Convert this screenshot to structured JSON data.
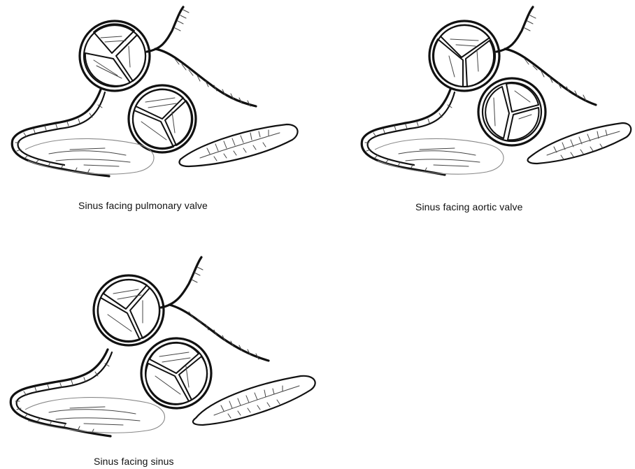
{
  "panels": [
    {
      "caption": "Sinus facing pulmonary valve"
    },
    {
      "caption": "Sinus facing aortic valve"
    },
    {
      "caption": "Sinus facing sinus"
    }
  ]
}
